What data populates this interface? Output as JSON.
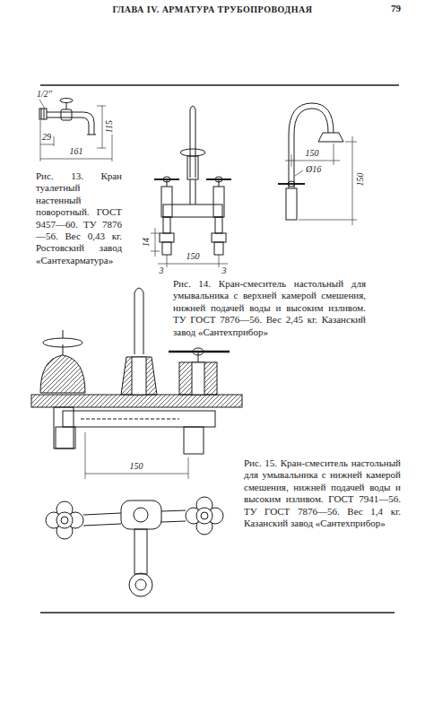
{
  "diagram": {
    "title": "ГЛАВА IV. АРМАТУРА ТРУБОПРОВОДНАЯ",
    "labels": [
      "79",
      "1/2\"",
      "29",
      "161",
      "115",
      "Рис. 13. Кран туалетный настенный поворотный. ГОСТ 9457—60. ТУ 7876—56. Вес 0,43 кг. Ростовский завод «Сантехарматура»",
      "14",
      "150",
      "3",
      "3",
      "150",
      "Ø16",
      "150",
      "Рис. 14. Кран-смеситель настольный для умывальника с верхней камерой смешения, нижней подачей воды и высоким изливом. ТУ ГОСТ 7876—56. Вес 2,45 кг. Казанский завод «Сантехприбор»",
      "150",
      "Рис. 15. Кран-смеситель настольный для умывальника с нижней камерой смешения, нижней подачей воды и высоким изливом. ГОСТ 7941—56. ТУ ГОСТ 7876—56. Вес 1,4 кг. Казанский завод «Сантехприбор»"
    ]
  }
}
